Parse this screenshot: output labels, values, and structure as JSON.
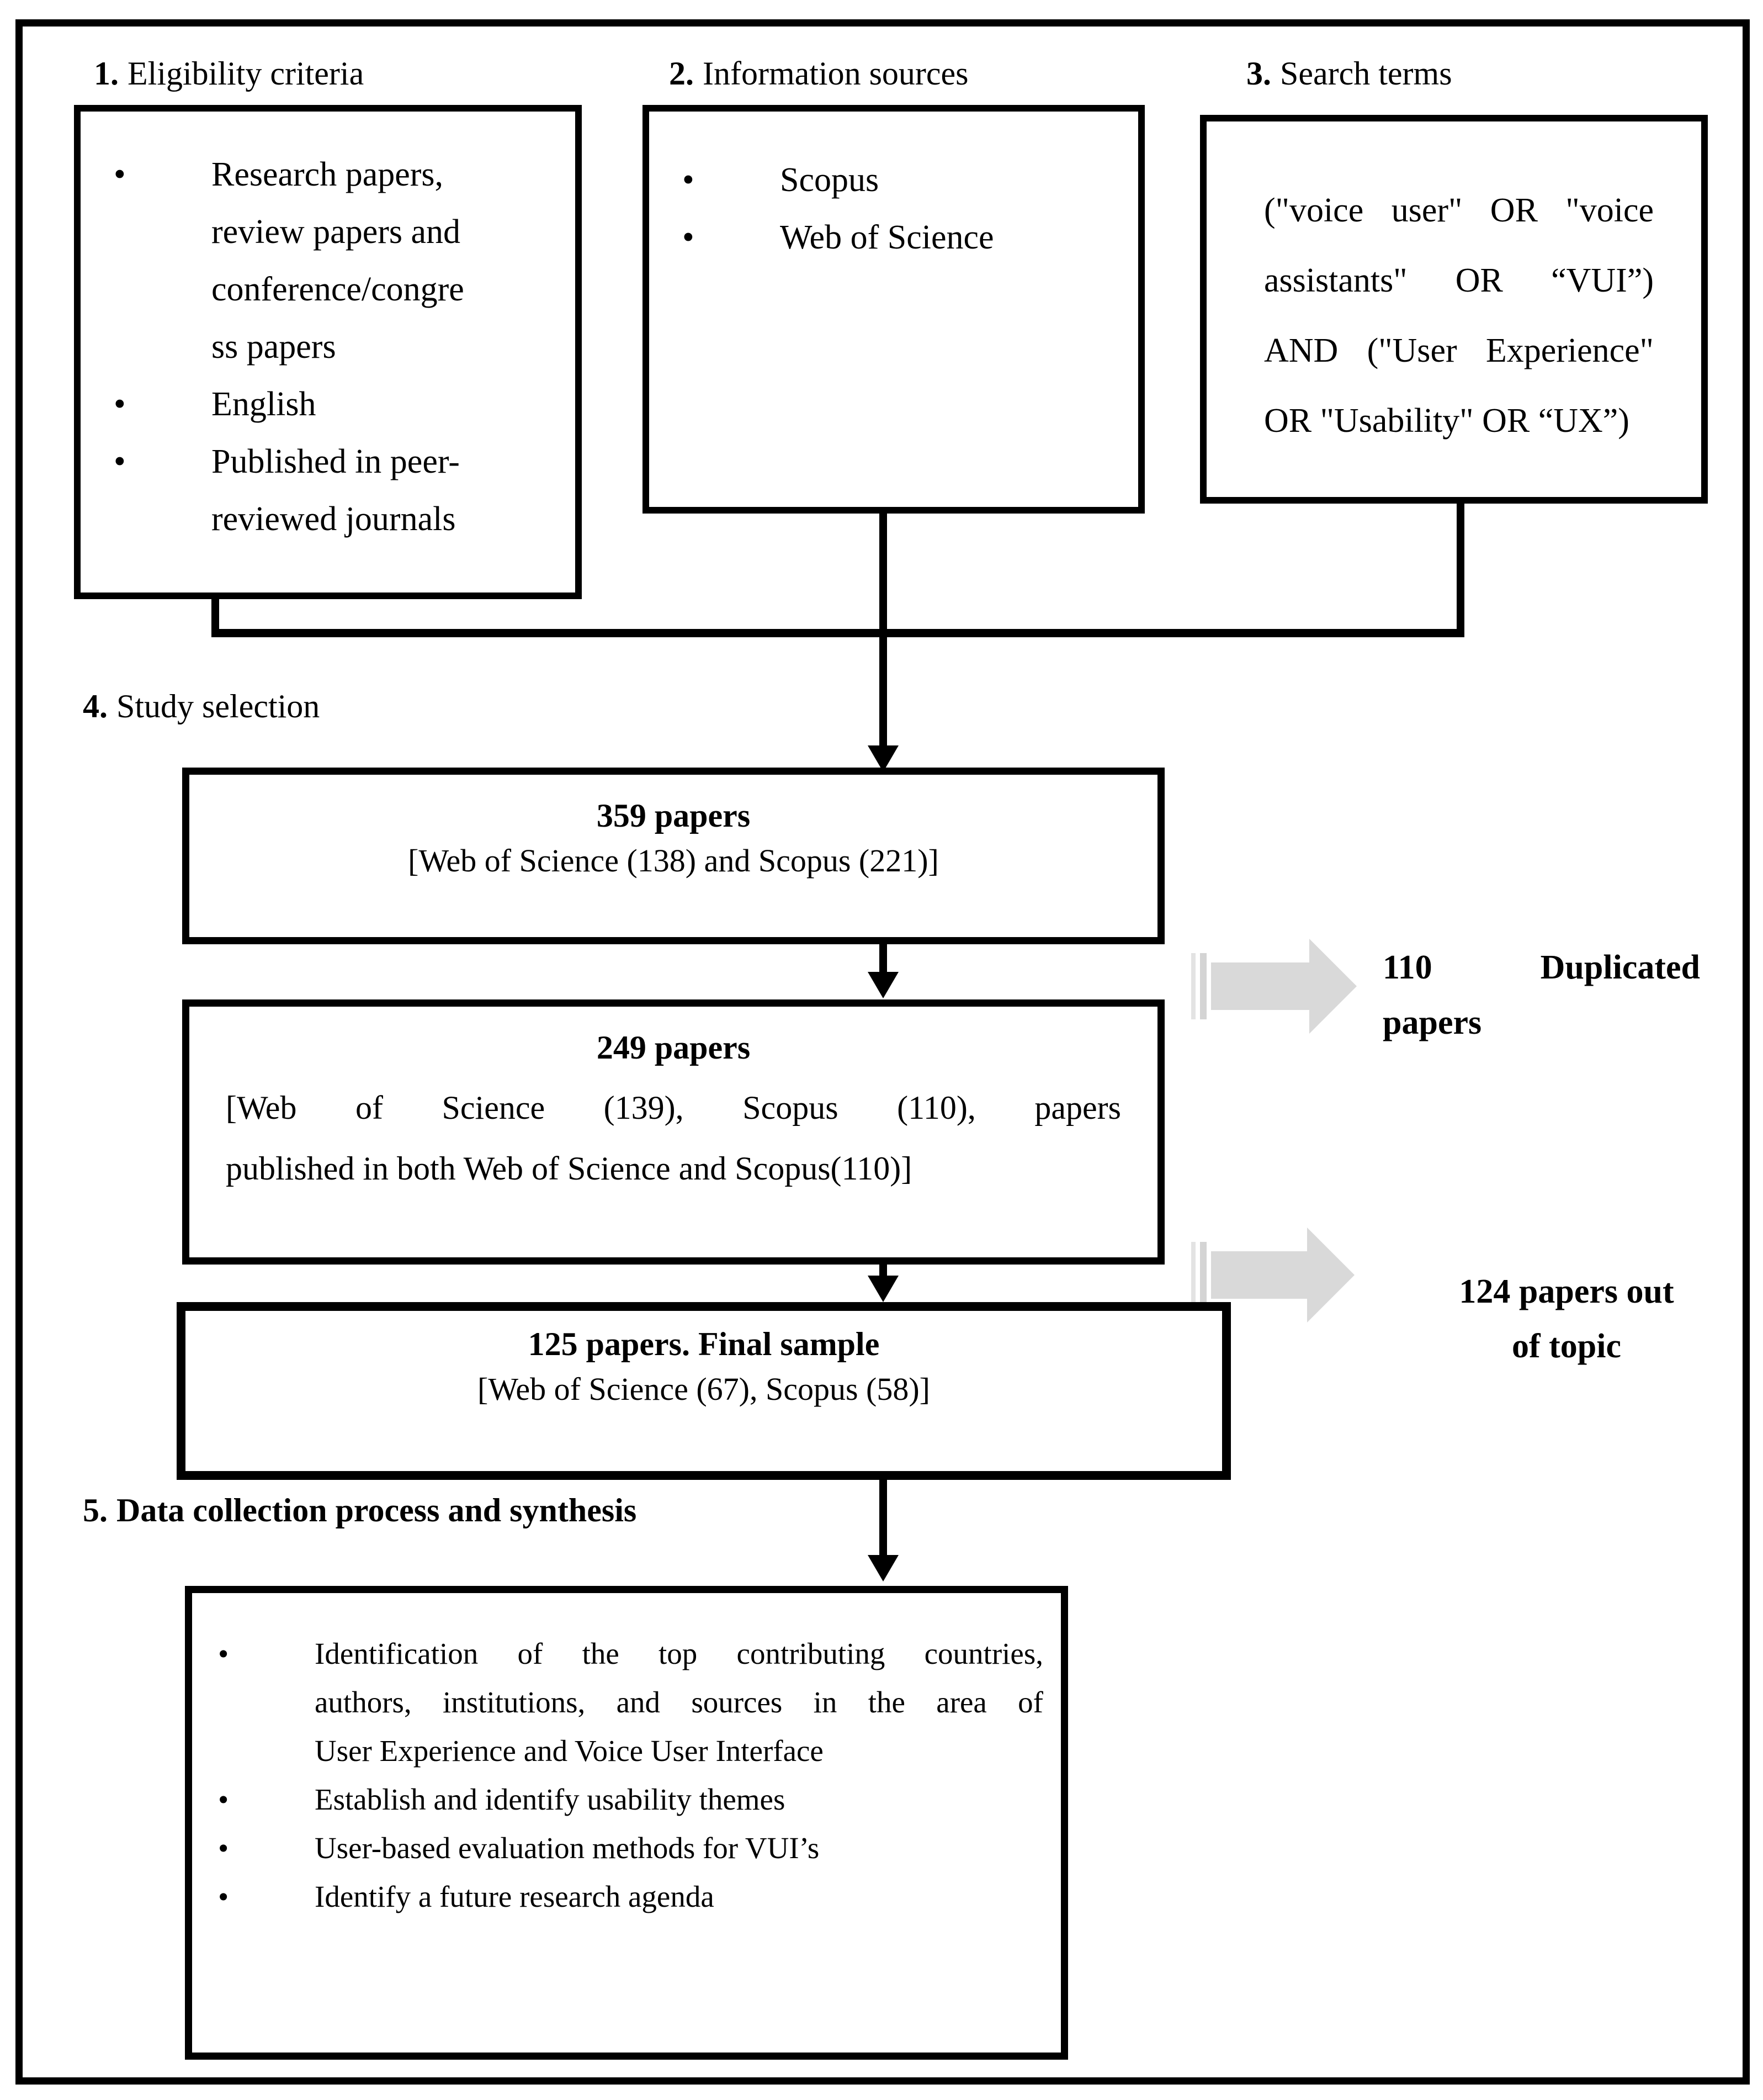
{
  "labels": {
    "eligibility": {
      "num": "1.",
      "text": "Eligibility criteria"
    },
    "sources": {
      "num": "2.",
      "text": "Information sources"
    },
    "search": {
      "num": "3.",
      "text": "Search terms"
    },
    "selection": {
      "num": "4.",
      "text": "Study selection"
    },
    "collection": {
      "num": "5.",
      "text": "Data collection process and synthesis"
    }
  },
  "bullet_glyph": "•",
  "eligibility_box": {
    "items": [
      [
        "Research papers,",
        "review papers and",
        "conference/congre",
        "ss papers"
      ],
      [
        "English"
      ],
      [
        "Published in peer-",
        "reviewed journals"
      ]
    ]
  },
  "sources_box": {
    "items": [
      [
        "Scopus"
      ],
      [
        "Web of Science"
      ]
    ]
  },
  "search_box": {
    "lines": [
      "(\"voice user\" OR \"voice",
      "assistants\" OR “VUI”)",
      "AND (\"User Experience\"",
      "OR \"Usability\" OR “UX”)"
    ]
  },
  "flow": {
    "papers_359": {
      "title": "359 papers",
      "detail": "[Web of Science (138) and Scopus (221)]"
    },
    "papers_249": {
      "title": "249 papers",
      "detail_lines": [
        "[Web of Science (139), Scopus (110), papers",
        "published in both Web of Science and Scopus(110)]"
      ]
    },
    "papers_125": {
      "title": "125 papers. Final sample",
      "detail": "[Web of Science (67), Scopus (58)]"
    },
    "synthesis": {
      "items": [
        [
          "Identification of the top contributing countries,",
          "authors, institutions, and sources in the area of",
          "User Experience and Voice User Interface"
        ],
        [
          "Establish and identify usability themes"
        ],
        [
          "User-based evaluation methods for VUI’s"
        ],
        [
          "Identify a future research agenda"
        ]
      ]
    }
  },
  "notes": {
    "duplicated": {
      "lines": [
        "110 Duplicated",
        "papers"
      ]
    },
    "out_of_topic": {
      "lines": [
        "124 papers out",
        "of topic"
      ]
    }
  },
  "colors": {
    "ink": "#000000",
    "arrow_gray": "#d9d9d9",
    "background": "#ffffff"
  }
}
